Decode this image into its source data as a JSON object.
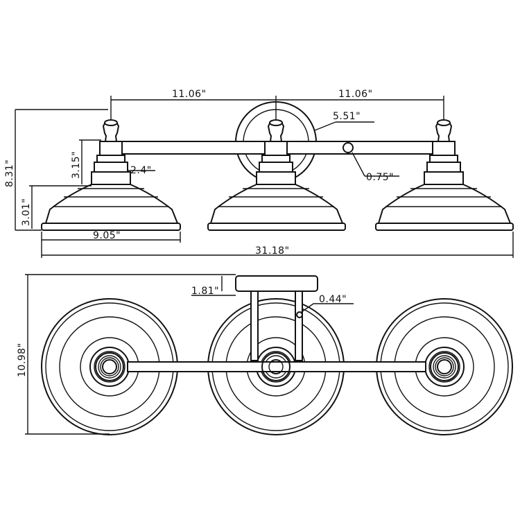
{
  "dimensions": {
    "arm_spacing_left": "11.06\"",
    "arm_spacing_right": "11.06\"",
    "backplate_diameter": "5.51\"",
    "overall_height": "8.31\"",
    "neck_height": "3.15\"",
    "neck_width": "2.4\"",
    "shade_height": "3.01\"",
    "arm_diameter": "0.75\"",
    "shade_diameter": "9.05\"",
    "overall_width": "31.18\"",
    "backplate_depth": "1.81\"",
    "arm_post_width": "0.44\"",
    "overall_depth": "10.98\""
  },
  "views": [
    "front-elevation",
    "top-plan"
  ],
  "colors": {
    "line": "#111111",
    "background": "#ffffff"
  }
}
